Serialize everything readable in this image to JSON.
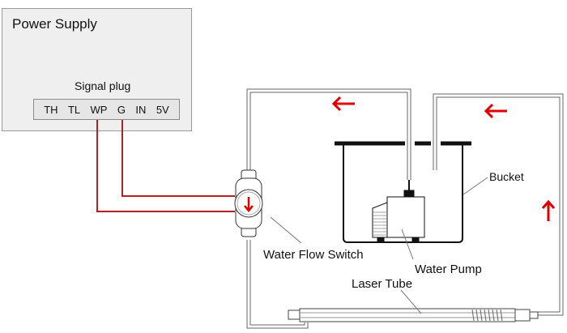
{
  "power_supply": {
    "title": "Power Supply",
    "signal_plug": {
      "title": "Signal plug",
      "pins": [
        "TH",
        "TL",
        "WP",
        "G",
        "IN",
        "5V"
      ]
    }
  },
  "labels": {
    "water_flow_switch": "Water Flow Switch",
    "bucket": "Bucket",
    "water_pump": "Water Pump",
    "laser_tube": "Laser Tube"
  },
  "colors": {
    "wire": "#b22222",
    "flow_arrow": "#e00000",
    "pipe": "#555555",
    "outline": "#111111"
  },
  "flow_arrows": [
    "left",
    "left",
    "up",
    "down"
  ]
}
